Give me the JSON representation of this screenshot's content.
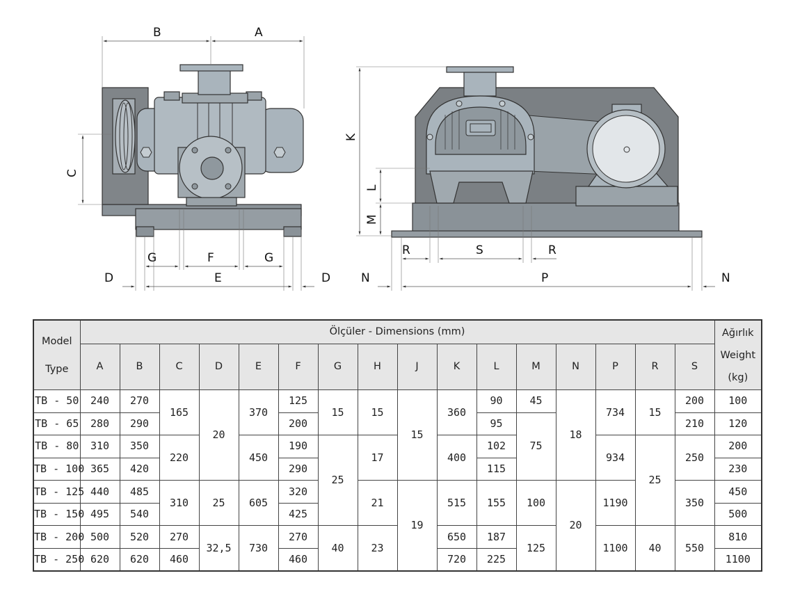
{
  "drawing": {
    "labels": {
      "A": "A",
      "B": "B",
      "C": "C",
      "D_left": "D",
      "D_right": "D",
      "E": "E",
      "F": "F",
      "G_left": "G",
      "G_right": "G",
      "K": "K",
      "L": "L",
      "M": "M",
      "N_left": "N",
      "N_right": "N",
      "P": "P",
      "R_left": "R",
      "R_right": "R",
      "S": "S"
    }
  },
  "table": {
    "header": {
      "model": "Model",
      "type": "Type",
      "dimensions": "Ölçüler - Dimensions (mm)",
      "weight_tr": "Ağırlık",
      "weight_en": "Weight",
      "weight_unit": "(kg)",
      "columns": [
        "A",
        "B",
        "C",
        "D",
        "E",
        "F",
        "G",
        "H",
        "J",
        "K",
        "L",
        "M",
        "N",
        "P",
        "R",
        "S"
      ]
    },
    "models": [
      "TB - 50",
      "TB - 65",
      "TB - 80",
      "TB - 100",
      "TB - 125",
      "TB - 150",
      "TB - 200",
      "TB - 250"
    ],
    "A": [
      "240",
      "280",
      "310",
      "365",
      "440",
      "495",
      "500",
      "620"
    ],
    "B": [
      "270",
      "290",
      "350",
      "420",
      "485",
      "540",
      "520",
      "620"
    ],
    "C": [
      "165",
      "220",
      "310",
      "270",
      "460"
    ],
    "D": [
      "20",
      "25",
      "32,5"
    ],
    "E": [
      "370",
      "450",
      "605",
      "730"
    ],
    "F": [
      "125",
      "200",
      "190",
      "290",
      "320",
      "425",
      "270",
      "460"
    ],
    "G": [
      "15",
      "25",
      "40"
    ],
    "H": [
      "15",
      "17",
      "21",
      "23"
    ],
    "J": [
      "15",
      "19"
    ],
    "K": [
      "360",
      "400",
      "515",
      "650",
      "720"
    ],
    "L": [
      "90",
      "95",
      "102",
      "115",
      "155",
      "187",
      "225"
    ],
    "M": [
      "45",
      "75",
      "100",
      "125"
    ],
    "N": [
      "18",
      "20"
    ],
    "P": [
      "734",
      "934",
      "1190",
      "1100"
    ],
    "R": [
      "15",
      "25",
      "40"
    ],
    "S": [
      "200",
      "210",
      "250",
      "350",
      "550"
    ],
    "weight": [
      "100",
      "120",
      "200",
      "230",
      "450",
      "500",
      "810",
      "1100"
    ]
  },
  "colors": {
    "machine": "#a9b4bc",
    "frame": "#8a9298",
    "guard": "#7b8084",
    "header_bg": "#e6e6e6"
  }
}
